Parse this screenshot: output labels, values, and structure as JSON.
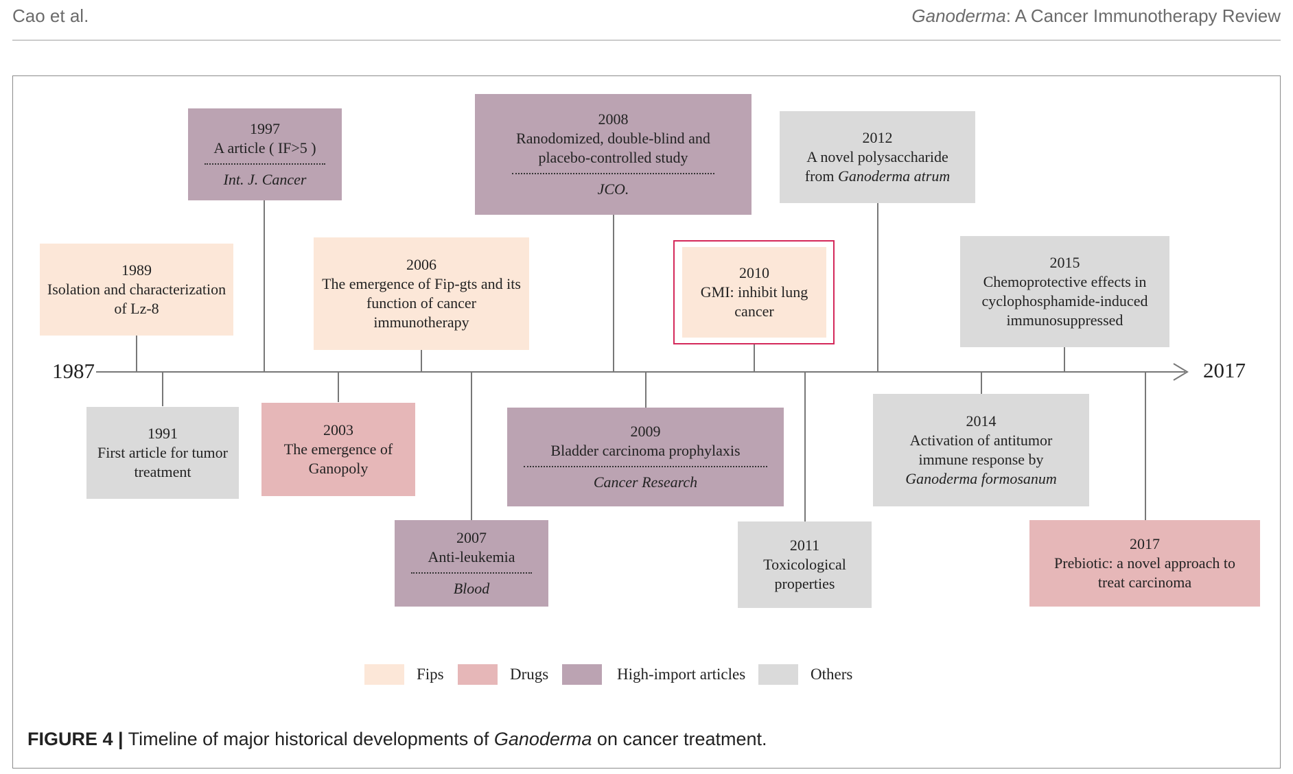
{
  "header": {
    "left": "Cao et al.",
    "right_italic": "Ganoderma",
    "right_rest": ": A Cancer Immunotherapy Review"
  },
  "timeline": {
    "start_label": "1987",
    "end_label": "2017",
    "events": [
      {
        "year": "1989",
        "text": "Isolation and characterization of Lz-8",
        "category": "fips"
      },
      {
        "year": "1991",
        "text": "First article for tumor treatment",
        "category": "others"
      },
      {
        "year": "1997",
        "text": "A article ( IF>5 )",
        "source": "Int. J. Cancer",
        "category": "high"
      },
      {
        "year": "2003",
        "text": "The emergence of Ganopoly",
        "category": "drugs"
      },
      {
        "year": "2006",
        "text": "The emergence of Fip-gts and its function of cancer immunotherapy",
        "category": "fips"
      },
      {
        "year": "2007",
        "text": "Anti-leukemia",
        "source": "Blood",
        "category": "high"
      },
      {
        "year": "2008",
        "text": "Ranodomized, double-blind and placebo-controlled study",
        "source": "JCO.",
        "category": "high"
      },
      {
        "year": "2009",
        "text": "Bladder carcinoma prophylaxis",
        "source": "Cancer Research",
        "category": "high"
      },
      {
        "year": "2010",
        "text": "GMI: inhibit lung cancer",
        "category": "fips"
      },
      {
        "year": "2011",
        "text": "Toxicological properties",
        "category": "others"
      },
      {
        "year": "2012",
        "text_a": "A novel polysaccharide",
        "text_b": "from ",
        "text_b_italic": "Ganoderma atrum",
        "category": "others"
      },
      {
        "year": "2014",
        "text_a": "Activation of antitumor immune response by",
        "text_b_italic": "Ganoderma formosanum",
        "category": "others"
      },
      {
        "year": "2015",
        "text": "Chemoprotective effects in cyclophosphamide-induced immunosuppressed",
        "category": "others"
      },
      {
        "year": "2017",
        "text": "Prebiotic: a novel approach to treat carcinoma",
        "category": "drugs"
      }
    ]
  },
  "legend": [
    {
      "label": "Fips",
      "color": "#fce7d8"
    },
    {
      "label": "Drugs",
      "color": "#e6b7b8"
    },
    {
      "label": "High-import articles",
      "color": "#bba3b2"
    },
    {
      "label": "Others",
      "color": "#dadada"
    }
  ],
  "colors": {
    "fips": "#fce7d8",
    "drugs": "#e6b7b8",
    "high": "#bba3b2",
    "others": "#dadada",
    "highlight": "#d4285a"
  },
  "caption": {
    "label": "FIGURE 4 |",
    "pre": " Timeline of major historical developments of ",
    "italic": "Ganoderma",
    "post": " on cancer treatment."
  }
}
